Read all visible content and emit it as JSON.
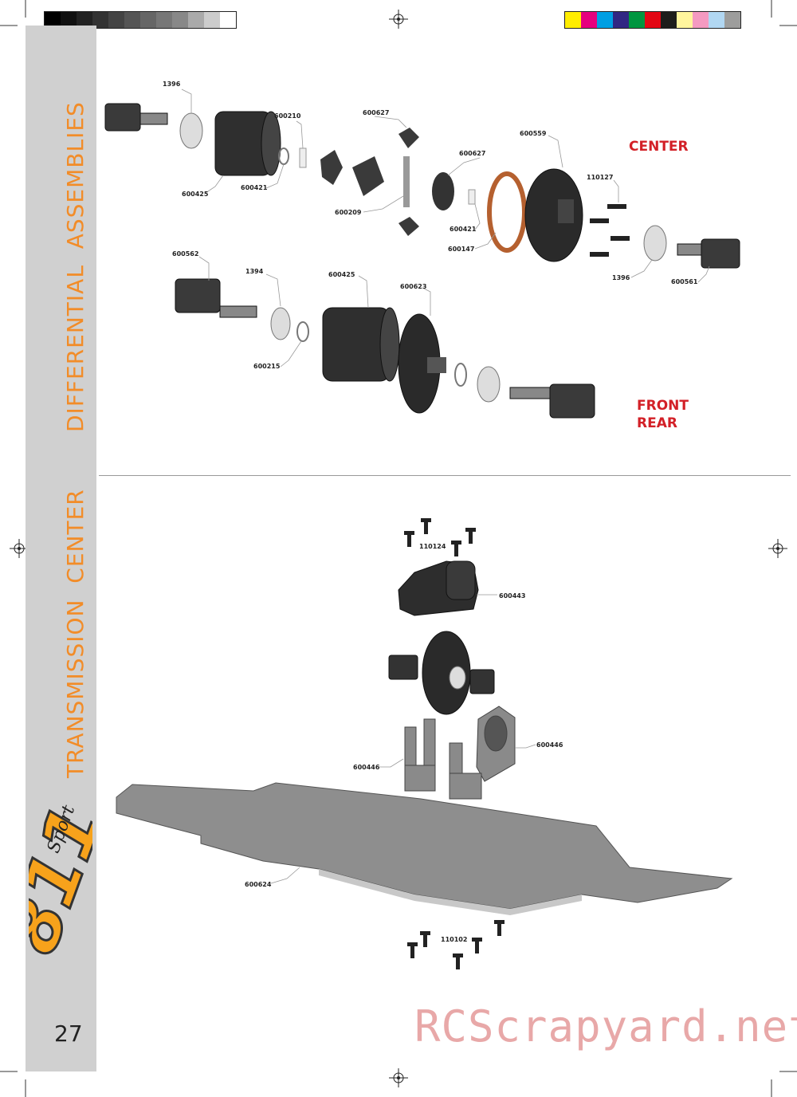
{
  "sidebar": {
    "title_top": "DIFFERENTIAL  ASSEMBLIES",
    "title_bottom": "TRANSMISSION  CENTER",
    "logo_text": "Sport",
    "page_number": "27"
  },
  "colors": {
    "accent": "#f28c28",
    "label_red": "#d32027",
    "sidebar_bg": "#d0d0d0"
  },
  "grayscale_bar": [
    "#000000",
    "#111111",
    "#222222",
    "#333333",
    "#444444",
    "#555555",
    "#666666",
    "#777777",
    "#888888",
    "#aaaaaa",
    "#cccccc",
    "#ffffff"
  ],
  "color_bar": [
    "#ffed00",
    "#e6007e",
    "#009fe3",
    "#312783",
    "#009640",
    "#e30613",
    "#1d1d1b",
    "#fff59d",
    "#f49ac1",
    "#b1d7f2",
    "#9d9d9c"
  ],
  "top_section": {
    "heading_center": "CENTER",
    "heading_front": "FRONT",
    "heading_rear": "REAR",
    "part_labels": [
      "1396",
      "600425",
      "600210",
      "600421",
      "600627",
      "600209",
      "600627",
      "600421",
      "600147",
      "600559",
      "110127",
      "1396",
      "600561",
      "600562",
      "1394",
      "600425",
      "600623",
      "600215"
    ]
  },
  "bottom_section": {
    "part_labels": [
      "110124",
      "600443",
      "600446",
      "600446",
      "600624",
      "110102"
    ]
  },
  "watermark": "RCScrapyard.net"
}
